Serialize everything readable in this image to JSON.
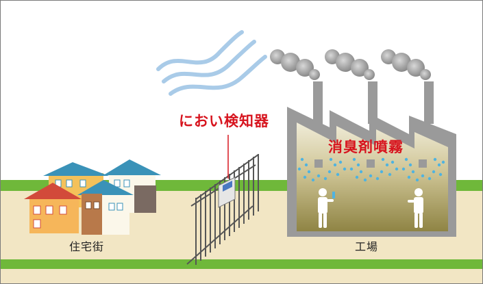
{
  "labels": {
    "detector": "におい検知器",
    "spray": "消臭剤噴霧",
    "residential": "住宅街",
    "factory": "工場"
  },
  "icons": [
    "wind-icon",
    "smoke-icon",
    "house-icon",
    "fence-icon",
    "detector-device-icon",
    "sprayer-icon",
    "worker-icon"
  ],
  "colors": {
    "accent_text": "#d7141e",
    "ground": "#f2e6c4",
    "grass": "#6fb83a",
    "factory_wall": "#9a9a9a",
    "factory_interior": "#9a8f50",
    "spray": "#4fb3e0",
    "wind": "#a9cbe8"
  }
}
